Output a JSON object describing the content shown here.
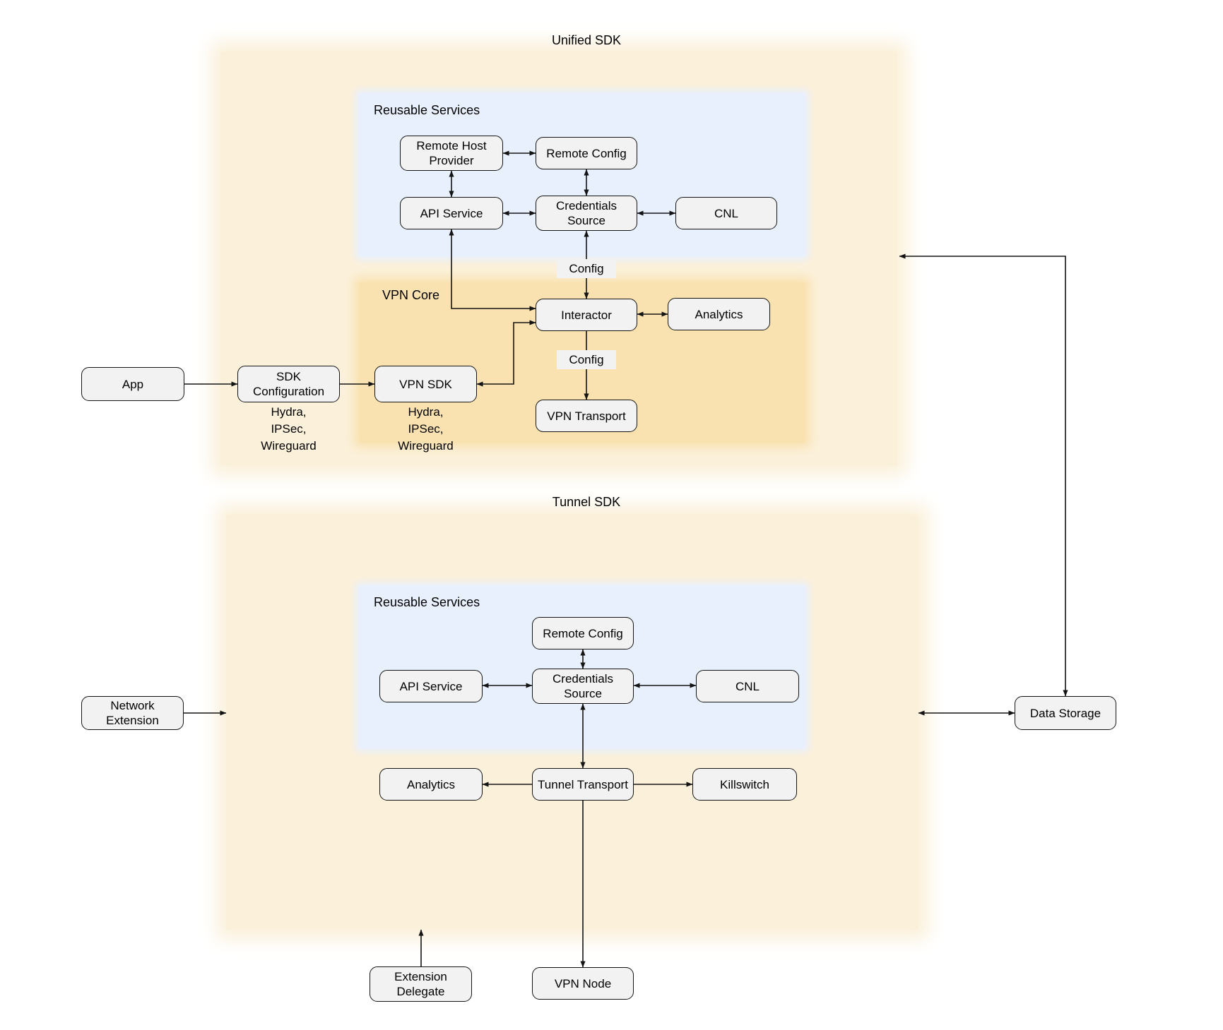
{
  "unified": {
    "title": "Unified SDK",
    "reusable": {
      "label": "Reusable Services",
      "remote_host_provider": "Remote Host\nProvider",
      "remote_config": "Remote Config",
      "api_service": "API Service",
      "credentials_source": "Credentials\nSource",
      "cnl": "CNL"
    },
    "config_top": "Config",
    "core": {
      "label": "VPN Core",
      "interactor": "Interactor",
      "analytics": "Analytics",
      "config": "Config",
      "vpn_transport": "VPN Transport",
      "vpn_sdk": "VPN SDK",
      "vpn_sdk_protocols": "Hydra,\nIPSec,\nWireguard"
    },
    "app": "App",
    "sdk_configuration": "SDK\nConfiguration",
    "sdk_configuration_protocols": "Hydra,\nIPSec,\nWireguard"
  },
  "tunnel": {
    "title": "Tunnel SDK",
    "reusable": {
      "label": "Reusable Services",
      "remote_config": "Remote Config",
      "api_service": "API Service",
      "credentials_source": "Credentials\nSource",
      "cnl": "CNL"
    },
    "analytics": "Analytics",
    "tunnel_transport": "Tunnel Transport",
    "killswitch": "Killswitch",
    "network_extension": "Network\nExtension",
    "extension_delegate": "Extension\nDelegate",
    "vpn_node": "VPN Node"
  },
  "shared": {
    "data_storage": "Data Storage"
  },
  "colors": {
    "region_cream": "#FBF0DA",
    "region_orange": "#F9E2B0",
    "region_blue": "#E8F0FE",
    "node_fill": "#F2F2F2",
    "chip_fill": "#F2F2F2",
    "line_color": "#141414"
  }
}
